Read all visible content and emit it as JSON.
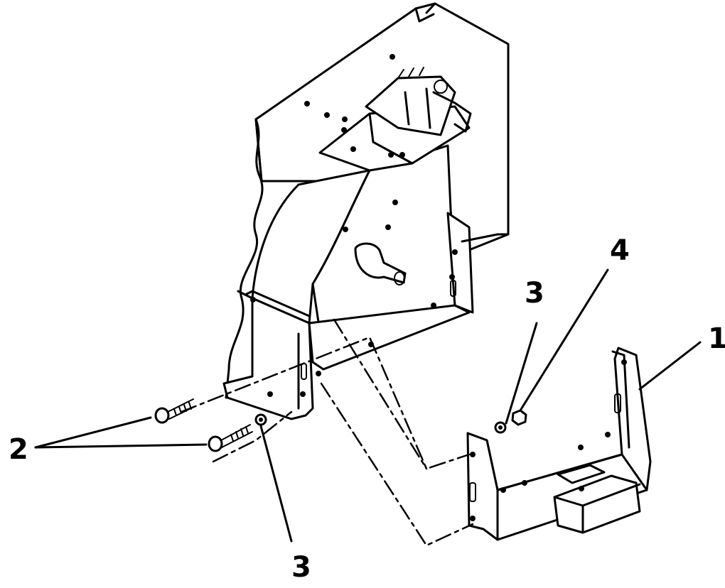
{
  "figure": {
    "parts": [
      {
        "id": "bracket",
        "callout": "1"
      },
      {
        "id": "bolts",
        "callout": "2"
      },
      {
        "id": "washer-upper",
        "callout": "3"
      },
      {
        "id": "washer-lower",
        "callout": "3"
      },
      {
        "id": "nut",
        "callout": "4"
      }
    ]
  }
}
